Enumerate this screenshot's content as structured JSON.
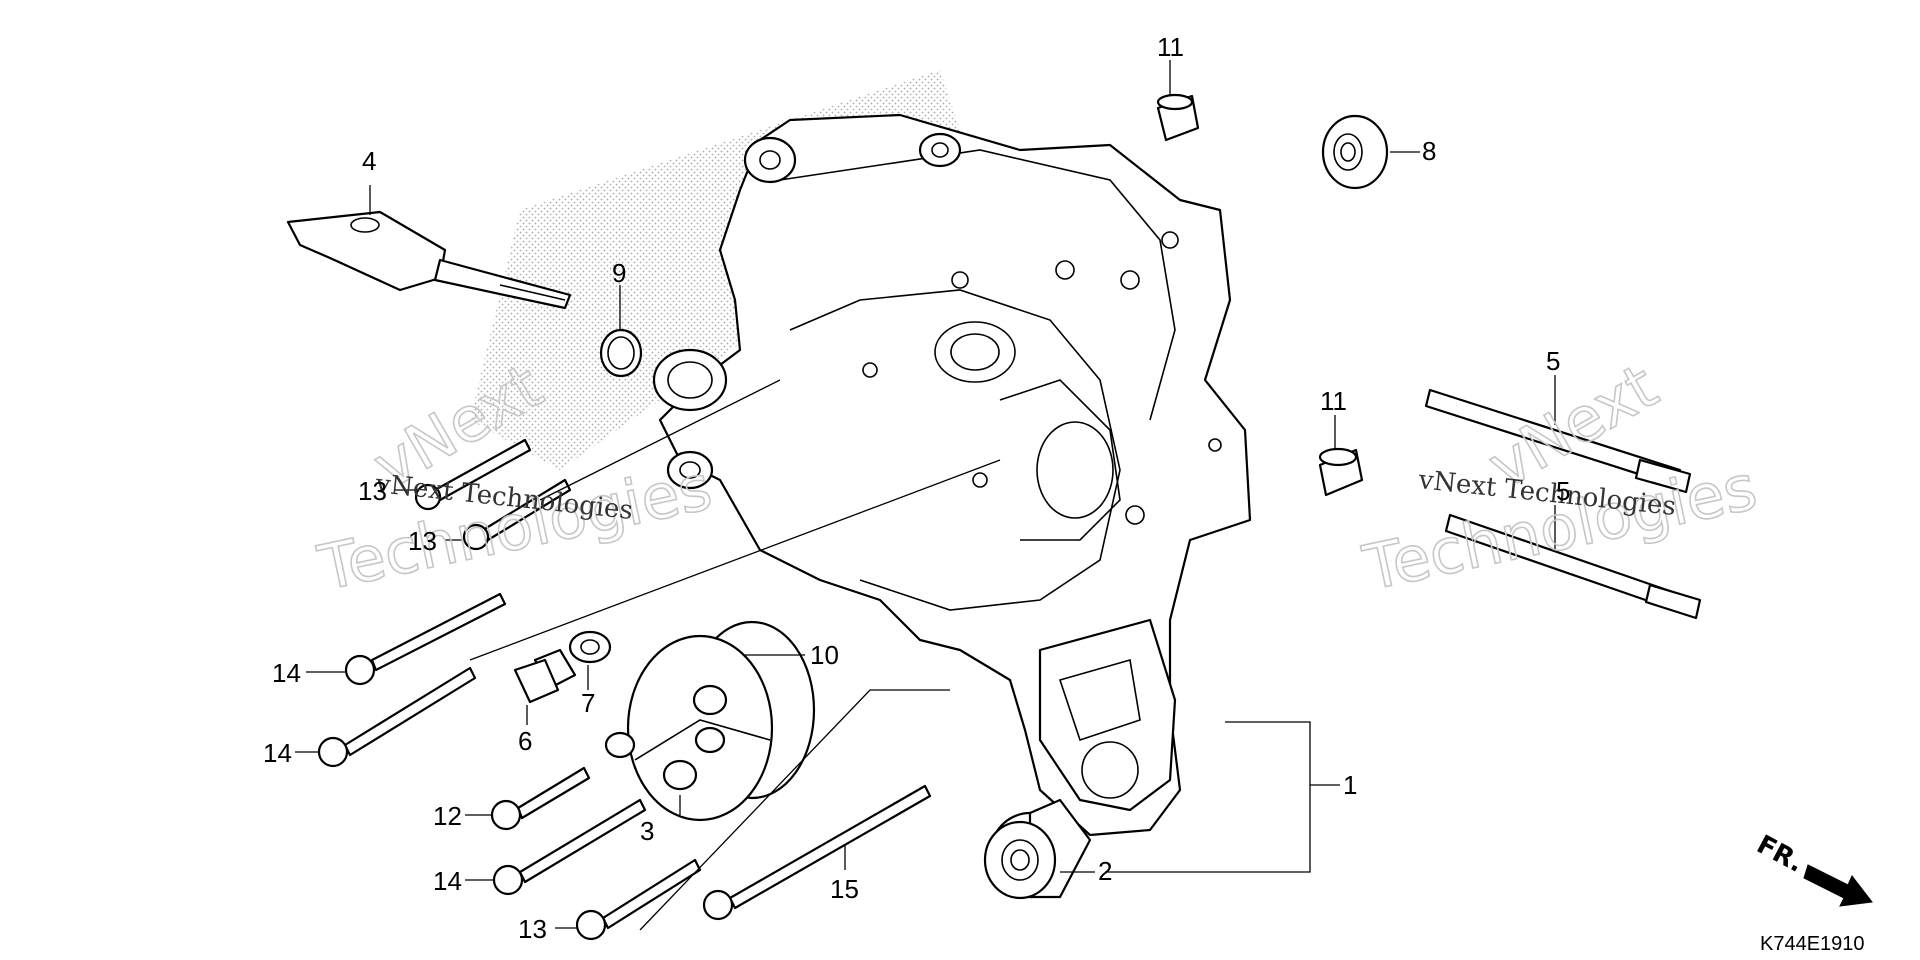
{
  "diagram": {
    "code": "K744E1910",
    "fr_label": "FR.",
    "watermark_small": "vNext Technologies",
    "watermark_word1": "vNext",
    "watermark_word2": "Technologies"
  },
  "callouts": {
    "p1": "1",
    "p2": "2",
    "p3": "3",
    "p4": "4",
    "p5a": "5",
    "p5b": "5",
    "p6": "6",
    "p7": "7",
    "p8": "8",
    "p9": "9",
    "p10": "10",
    "p11a": "11",
    "p11b": "11",
    "p12": "12",
    "p13a": "13",
    "p13b": "13",
    "p13c": "13",
    "p14a": "14",
    "p14b": "14",
    "p14c": "14",
    "p15": "15"
  }
}
